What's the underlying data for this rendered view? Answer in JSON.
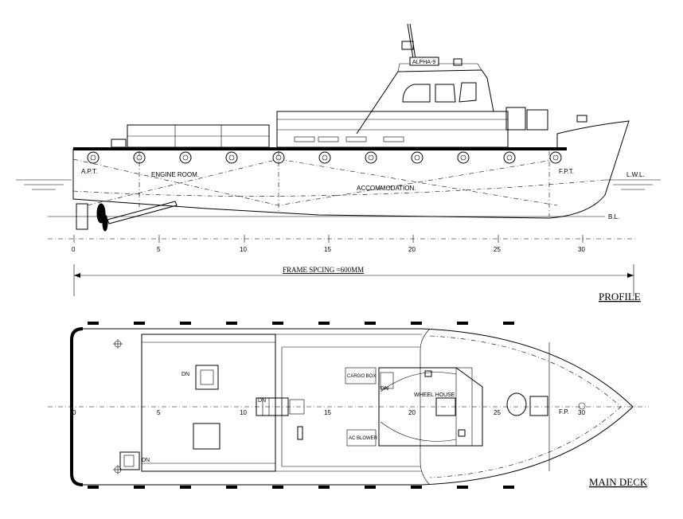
{
  "profile": {
    "title": "PROFILE",
    "labels": {
      "apt": "A.P.T.",
      "engine_room": "ENGINE ROOM.",
      "accommodation": "ACCOMMODATION.",
      "fpt": "F.P.T.",
      "lwl": "L.W.L.",
      "bl": "B.L."
    },
    "vessel_name": "ALPHA-9",
    "frame_spacing": "FRAME SPCING   =600MM",
    "ticks": [
      "0",
      "5",
      "10",
      "15",
      "20",
      "25",
      "30"
    ]
  },
  "main_deck": {
    "title": "MAIN DECK",
    "labels": {
      "dn_1": "DN",
      "dn_2": "DN",
      "dn_3": "DN",
      "dn_4": "DN",
      "cargo_box": "CARGO BOX",
      "wheel_house": "WHEEL HOUSE",
      "ac_blower": "AC BLOWER",
      "fp": "F.P."
    },
    "ticks": [
      "0",
      "5",
      "10",
      "15",
      "20",
      "25",
      "30"
    ]
  }
}
